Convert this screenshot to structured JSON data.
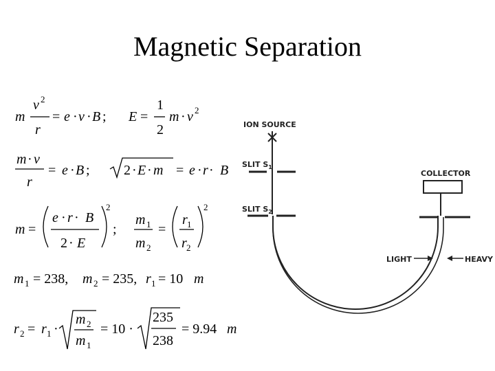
{
  "title": "Magnetic Separation",
  "equations": {
    "force_balance": "m v²/r = e·v·B;   E = ½ m·v²",
    "momentum": "m·v/r = e·B;   √(2·E·m) = e·r·B",
    "mass": "m = (e·r·B / 2·E)²;   m₁/m₂ = (r₁/r₂)²",
    "values": "m₁ = 238, m₂ = 235, r₁ = 10m",
    "result": "r₂ = r₁·√(m₂/m₁) = 10·√(235/238) = 9.94m"
  },
  "diagram": {
    "ion_source_label": "ION SOURCE",
    "slit1_label": "SLIT S",
    "slit1_sub": "1",
    "slit2_label": "SLIT S",
    "slit2_sub": "2",
    "collector_label": "COLLECTOR",
    "light_label": "LIGHT",
    "heavy_label": "HEAVY"
  }
}
